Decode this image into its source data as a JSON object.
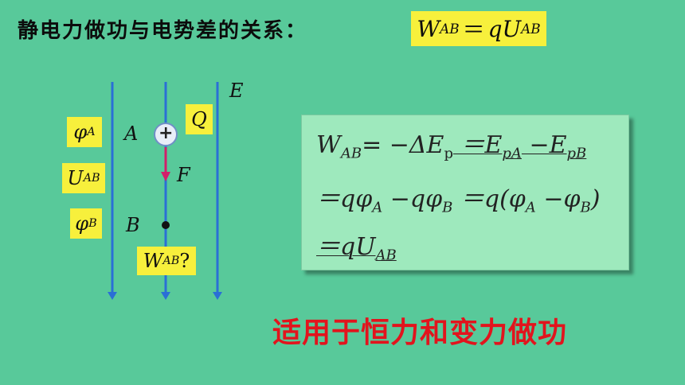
{
  "slide": {
    "title": "静电力做功与电势差的关系：",
    "formula_top": {
      "W": "W",
      "W_sub": "AB",
      "eq": "＝",
      "q": "qU",
      "U_sub": "AB"
    },
    "slogan": "适用于恒力和变力做功"
  },
  "diagram": {
    "field_label": "E",
    "charge_label": "Q",
    "charge_sign": "+",
    "force_label": "F",
    "point_a": "A",
    "point_b": "B",
    "phi_a": {
      "main": "φ",
      "sub": "A"
    },
    "u_ab": {
      "main": "U",
      "sub": "AB"
    },
    "phi_b": {
      "main": "φ",
      "sub": "B"
    },
    "work_q": {
      "main": "W",
      "sub": "AB",
      "suffix": "?"
    },
    "colors": {
      "field_line": "#2a6fd6",
      "force_arrow": "#d21f6a",
      "box": "#f7f03c"
    }
  },
  "derivation": {
    "line1": {
      "w": "W",
      "w_sub": "AB",
      "eq1": "= −ΔE",
      "ep_sub": "p",
      "eq2": " ＝E",
      "epa_sub": "pA",
      "minus": " −E",
      "epb_sub": "pB"
    },
    "line2": {
      "a": "＝qφ",
      "a_sub": "A",
      "b": " −qφ",
      "b_sub": "B",
      "c": " ＝q(φ",
      "c_sub": "A",
      "d": " −φ",
      "d_sub": "B",
      "e": ")"
    },
    "line3": {
      "a": "＝qU",
      "a_sub": "AB"
    }
  }
}
